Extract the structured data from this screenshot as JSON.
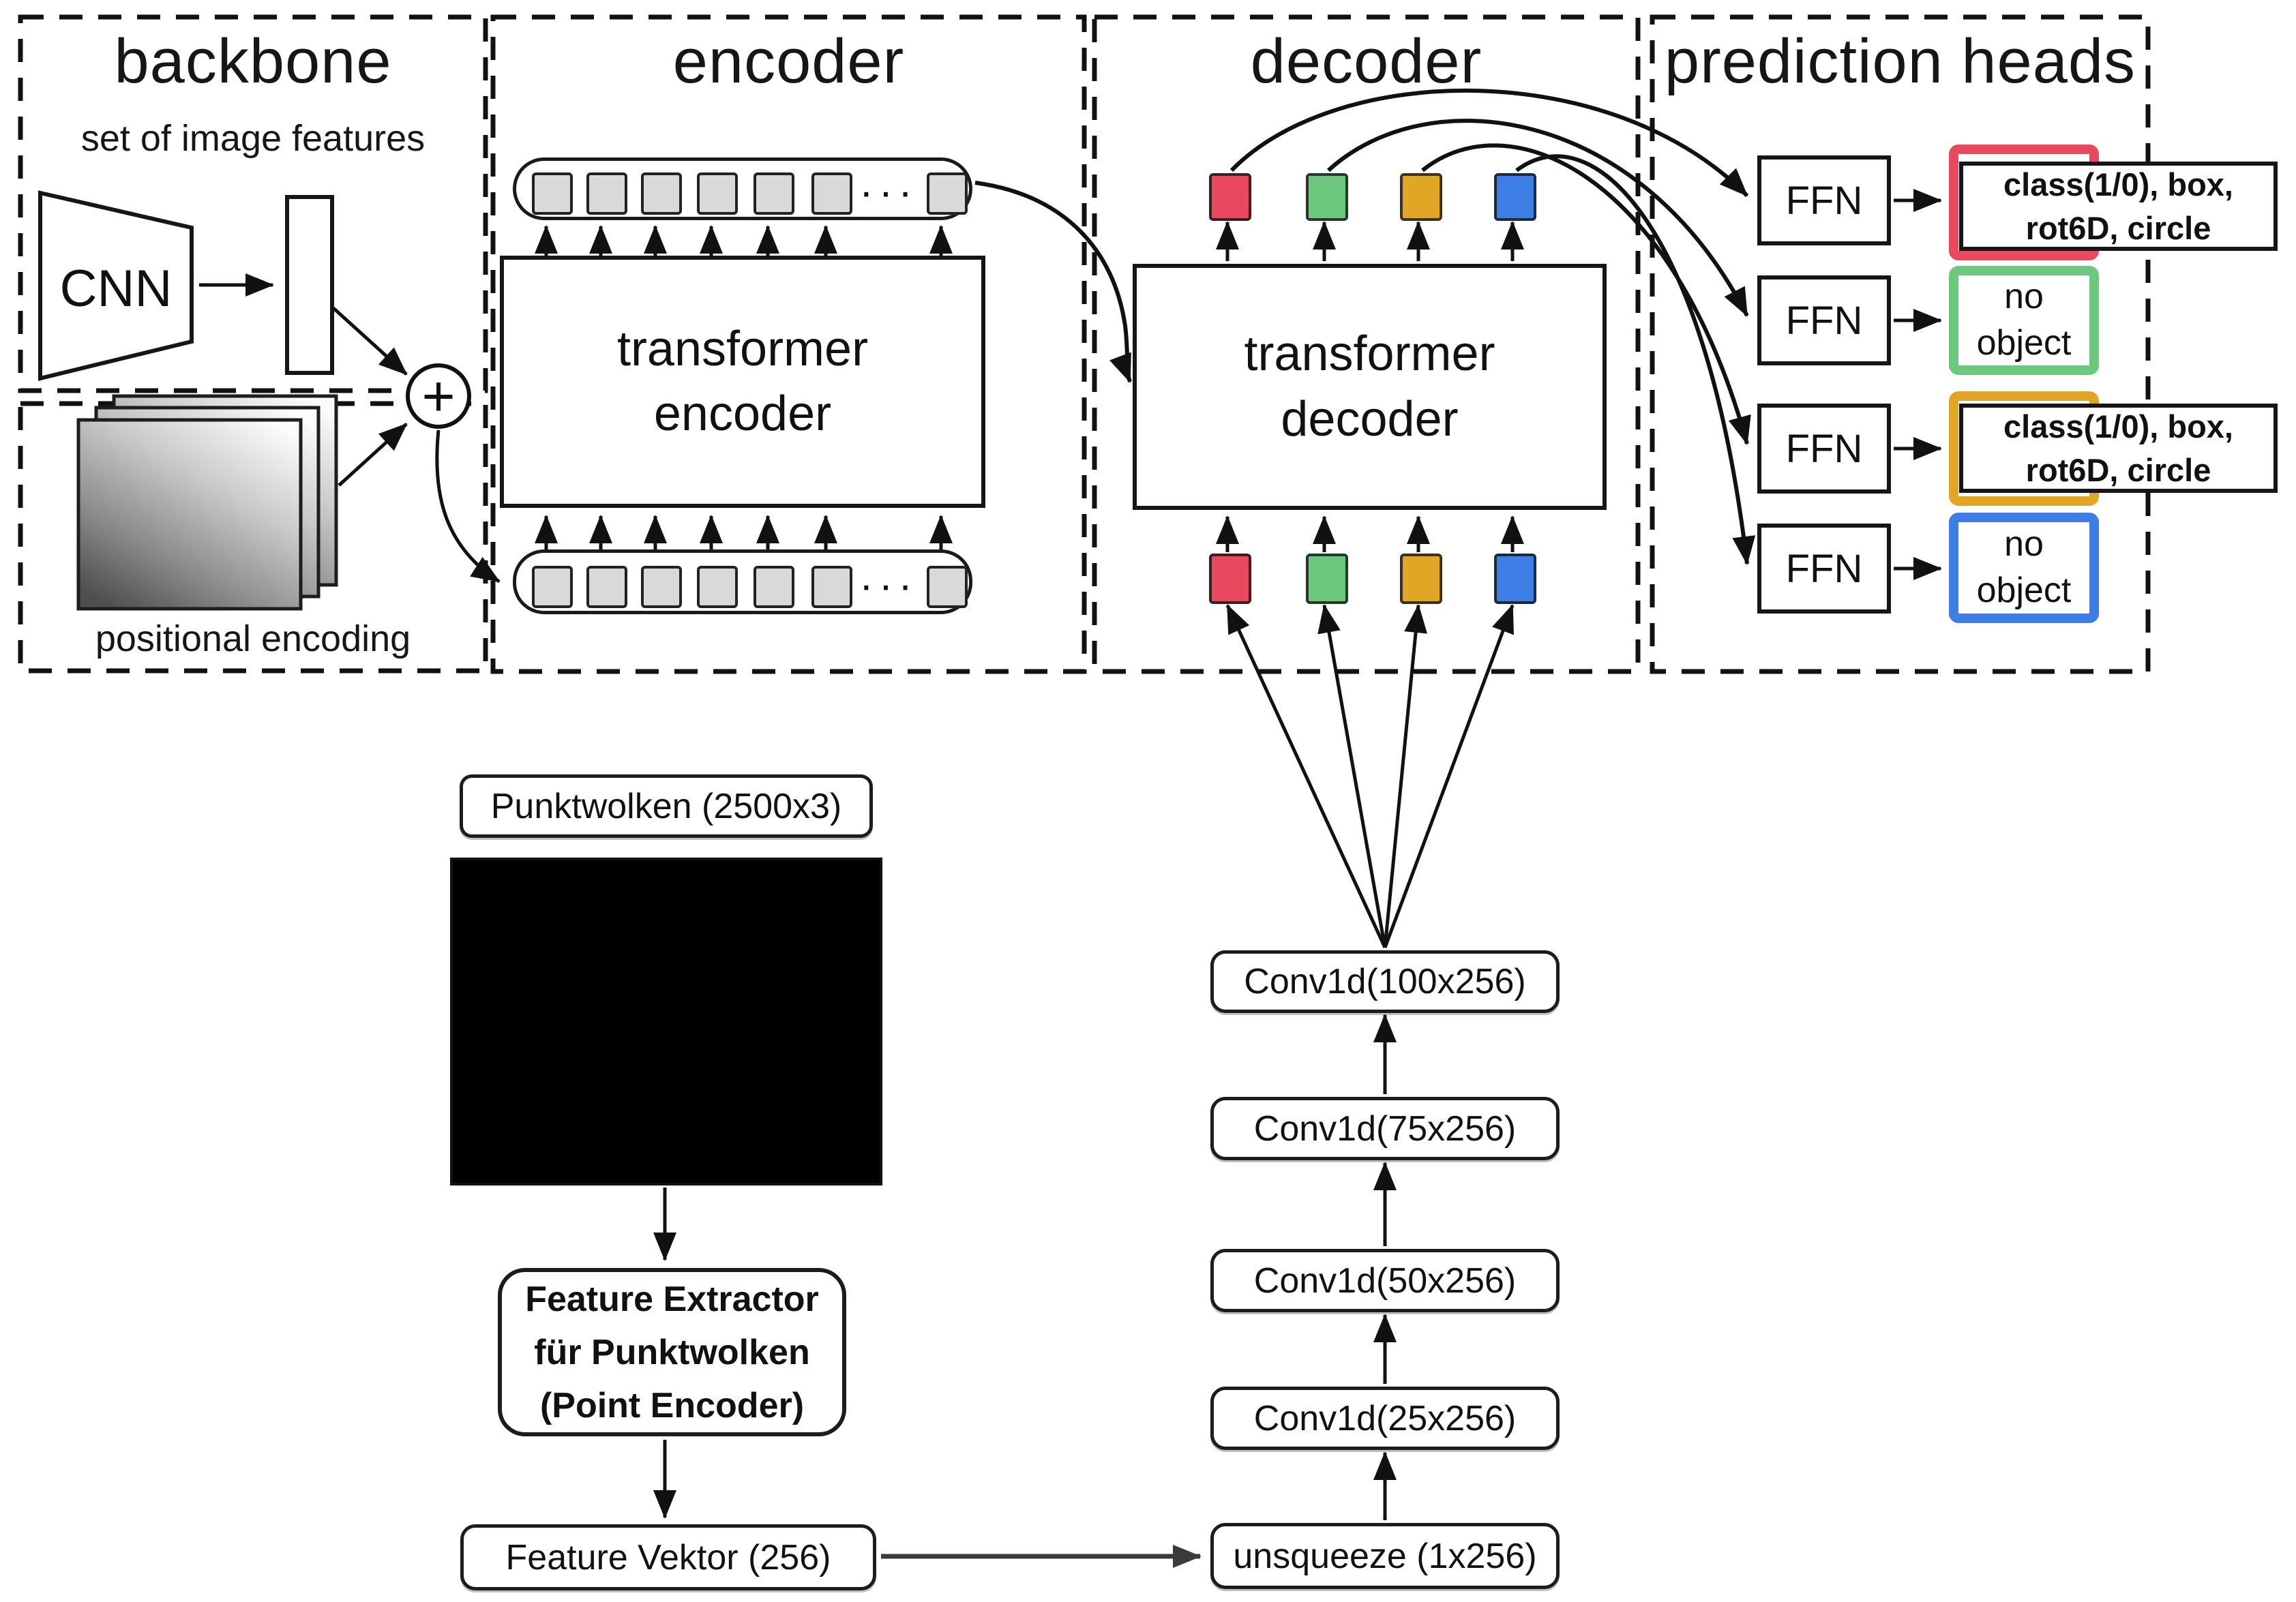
{
  "colors": {
    "red": "#e9495f",
    "green": "#6cc87d",
    "orange": "#e2a626",
    "blue": "#3d7ee4",
    "token": "#d9d9d9"
  },
  "backbone": {
    "title": "backbone",
    "subtitle": "set of image features",
    "cnn": "CNN",
    "positional": "positional encoding",
    "plus_sign": "+"
  },
  "encoder": {
    "title": "encoder",
    "block_line1": "transformer",
    "block_line2": "encoder",
    "ellipsis": "···"
  },
  "decoder": {
    "title": "decoder",
    "block_line1": "transformer",
    "block_line2": "decoder",
    "ellipsis": "···"
  },
  "prediction_heads": {
    "title": "prediction heads",
    "heads": [
      {
        "color": "red",
        "ffn": "FFN",
        "line1": "class(1/0), box,",
        "line2": "rot6D, circle"
      },
      {
        "color": "green",
        "ffn": "FFN",
        "line1": "no",
        "line2": "object"
      },
      {
        "color": "orange",
        "ffn": "FFN",
        "line1": "class(1/0), box,",
        "line2": "rot6D, circle"
      },
      {
        "color": "blue",
        "ffn": "FFN",
        "line1": "no",
        "line2": "object"
      }
    ]
  },
  "point_branch": {
    "input_label": "Punktwolken (2500x3)",
    "extractor_line1": "Feature Extractor",
    "extractor_line2": "für Punktwolken",
    "extractor_line3": "(Point Encoder)",
    "feature_vector": "Feature Vektor (256)",
    "unsqueeze": "unsqueeze (1x256)",
    "conv_layers": [
      "Conv1d(25x256)",
      "Conv1d(50x256)",
      "Conv1d(75x256)",
      "Conv1d(100x256)"
    ]
  }
}
